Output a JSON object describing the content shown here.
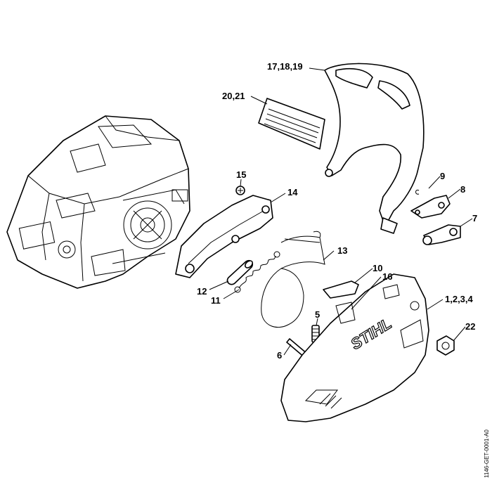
{
  "callouts": {
    "c1": "17,18,19",
    "c2": "20,21",
    "c3": "15",
    "c4": "14",
    "c5": "9",
    "c6": "8",
    "c7": "7",
    "c8": "13",
    "c9": "12",
    "c10": "11",
    "c11": "10",
    "c12": "16",
    "c13": "1,2,3,4",
    "c14": "5",
    "c15": "22",
    "c16": "6"
  },
  "logo_text": "STIHL",
  "drawing_ref": "1146-GET-0001-A0"
}
